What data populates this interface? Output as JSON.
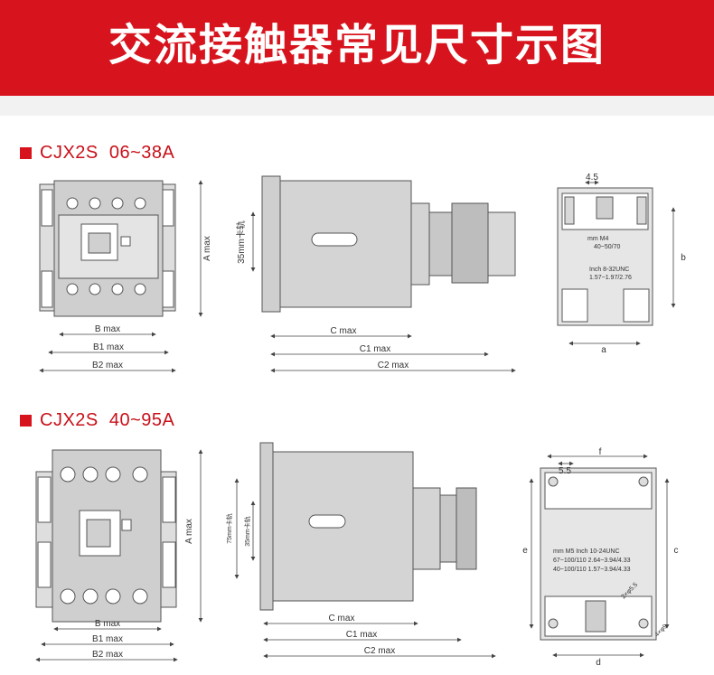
{
  "banner": {
    "title": "交流接触器常见尺寸示图",
    "color": "#d7141e"
  },
  "sections": [
    {
      "label": "CJX2S  06~38A",
      "front": {
        "a": "A max",
        "b": "B max",
        "b1": "B1 max",
        "b2": "B2 max"
      },
      "side": {
        "h": "35mm卡轨",
        "c": "C max",
        "c1": "C1 max",
        "c2": "C2 max"
      },
      "back": {
        "dim_45": "4.5",
        "a": "a",
        "b": "b",
        "table_row1": "mm        M4",
        "table_row2": "40~50/70",
        "table_row3": "Inch 8-32UNC",
        "table_row4": "1.57~1.97/2.76"
      }
    },
    {
      "label": "CJX2S  40~95A",
      "front": {
        "a": "A max",
        "b": "B max",
        "b1": "B1 max",
        "b2": "B2 max"
      },
      "side": {
        "h1": "75mm卡轨",
        "h2": "35mm卡轨",
        "c": "C max",
        "c1": "C1 max",
        "c2": "C2 max"
      },
      "back": {
        "dim_55": "5.5",
        "f": "f",
        "e": "e",
        "c": "c",
        "d": "d",
        "hole": "2×φ5.5",
        "slot": "4×φ9",
        "table_row1": "mm   M5    Inch 10-24UNC",
        "table_row2": "67~100/110  2.64~3.94/4.33",
        "table_row3": "40~100/110  1.57~3.94/4.33"
      }
    }
  ]
}
